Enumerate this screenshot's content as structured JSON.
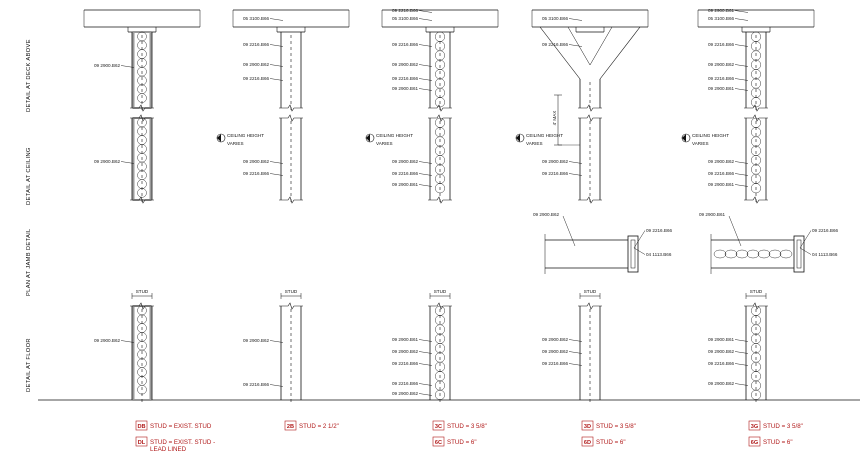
{
  "row_labels": [
    "DETAIL AT DECK ABOVE",
    "DETAIL AT CEILING",
    "PLAN AT JAMB DETAIL",
    "DETAIL AT FLOOR"
  ],
  "columns": [
    {
      "deck_tags": [],
      "upper_tags": [
        "09 2900.B62"
      ],
      "ceiling_tags": [
        "09 2900.B62"
      ],
      "floor_tags": [
        "09 2900.B62"
      ],
      "ceiling_note": "",
      "jamb_tags": [],
      "insulated": false,
      "lead": true,
      "stud_label": "STUD",
      "legend": [
        {
          "code": "DB",
          "text": "STUD = EXIST. STUD"
        },
        {
          "code": "DL",
          "text": "STUD = EXIST. STUD -",
          "text2": "LEAD LINED"
        }
      ]
    },
    {
      "deck_tags": [
        "05 3100.B66"
      ],
      "upper_tags": [
        "09 2216.B66",
        "09 2900.B62",
        "09 2216.B66"
      ],
      "ceiling_tags": [
        "09 2900.B62",
        "09 2216.B66"
      ],
      "floor_tags": [
        "09 2900.B62",
        "09 2216.B66"
      ],
      "ceiling_note": "CEILING HEIGHT VARIES",
      "jamb_tags": [],
      "insulated": false,
      "lead": false,
      "stud_label": "STUD",
      "legend": [
        {
          "code": "2B",
          "text": "STUD = 2 1/2\""
        }
      ]
    },
    {
      "deck_tags": [
        "09 2216.B66",
        "05 3100.B66"
      ],
      "upper_tags": [
        "09 2216.B66",
        "09 2900.B62",
        "09 2216.B66",
        "09 2900.B61"
      ],
      "ceiling_tags": [
        "09 2900.B62",
        "09 2216.B66",
        "09 2900.B61"
      ],
      "floor_tags": [
        "09 2900.B61",
        "09 2900.B62",
        "09 2216.B66",
        "09 2216.B66",
        "09 2900.B62"
      ],
      "ceiling_note": "CEILING HEIGHT VARIES",
      "jamb_tags": [],
      "insulated": true,
      "lead": false,
      "stud_label": "STUD",
      "legend": [
        {
          "code": "3C",
          "text": "STUD = 3 5/8\""
        },
        {
          "code": "6C",
          "text": "STUD = 6\""
        }
      ]
    },
    {
      "deck_tags": [
        "05 3100.B66"
      ],
      "upper_tags": [
        "09 2216.B66"
      ],
      "ceiling_tags": [
        "09 2900.B62",
        "09 2216.B66"
      ],
      "floor_tags": [
        "09 2900.B62",
        "09 2900.B62",
        "09 2216.B66"
      ],
      "ceiling_note": "CEILING HEIGHT VARIES",
      "brace_dim": "4' MAX",
      "jamb_tags": [
        "09 2900.B62",
        "09 2216.B66",
        "04 1113.B66"
      ],
      "insulated": false,
      "lead": false,
      "stud_label": "STUD",
      "legend": [
        {
          "code": "3D",
          "text": "STUD = 3 5/8\""
        },
        {
          "code": "6D",
          "text": "STUD = 6\""
        }
      ]
    },
    {
      "deck_tags": [
        "09 2900.B61",
        "05 3100.B66"
      ],
      "upper_tags": [
        "09 2216.B66",
        "09 2900.B62",
        "09 2216.B66",
        "09 2900.B61"
      ],
      "ceiling_tags": [
        "09 2900.B62",
        "09 2216.B66",
        "09 2900.B61"
      ],
      "floor_tags": [
        "09 2900.B61",
        "09 2900.B62",
        "09 2216.B66",
        "09 2900.B62"
      ],
      "ceiling_note": "CEILING HEIGHT VARIES",
      "jamb_tags": [
        "09 2900.B61",
        "09 2216.B66",
        "04 1113.B66"
      ],
      "insulated": true,
      "lead": false,
      "stud_label": "STUD",
      "legend": [
        {
          "code": "3G",
          "text": "STUD = 3 5/8\""
        },
        {
          "code": "6G",
          "text": "STUD = 6\""
        }
      ]
    }
  ],
  "colors": {
    "line": "#111111",
    "legend": "#b01818",
    "lead": "#9a9a9a",
    "insulation": "#222222"
  }
}
